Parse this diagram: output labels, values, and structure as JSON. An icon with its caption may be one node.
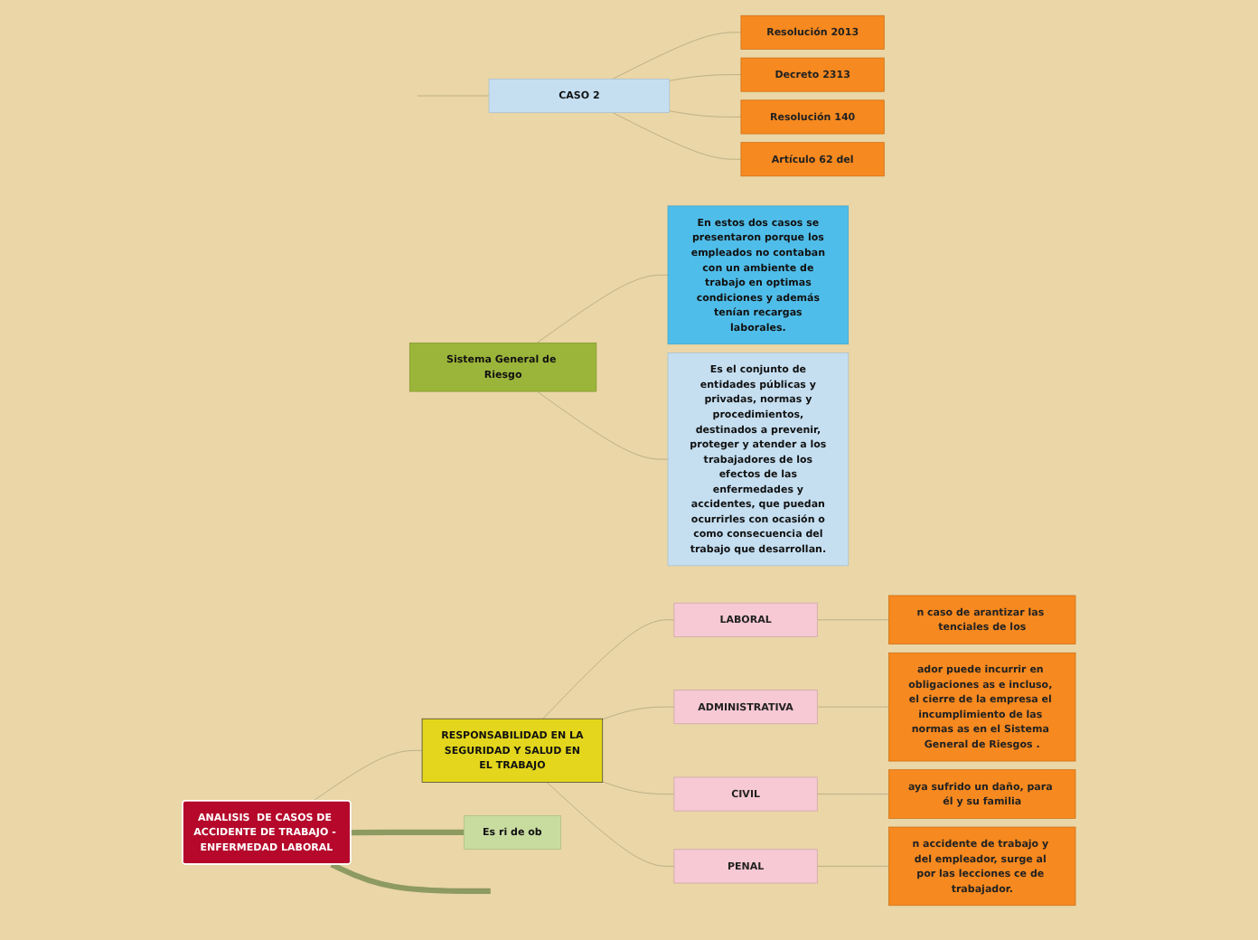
{
  "diagram": {
    "nodes": [
      {
        "text": [
          "ANALISIS  DE CASOS DE ACCIDENTE DE TRABAJO - ENFERMEDAD LABORAL"
        ]
      },
      {
        "text": [
          "RESPONSABILIDAD EN LA SEGURIDAD Y SALUD EN EL TRABAJO"
        ]
      },
      {
        "text": [
          "LABORAL"
        ]
      },
      {
        "text": [
          "n caso de arantizar las tenciales de los"
        ]
      },
      {
        "text": [
          "ADMINISTRATIVA"
        ]
      },
      {
        "text": [
          "ador puede incurrir en obligaciones as e incluso, el cierre de la empresa el incumplimiento de las normas as en el Sistema General de Riesgos ."
        ]
      },
      {
        "text": [
          "CIVIL"
        ]
      },
      {
        "text": [
          "aya sufrido un daño, para él y su familia"
        ]
      },
      {
        "text": [
          "PENAL"
        ]
      },
      {
        "text": [
          "n accidente de trabajo y del empleador, surge al por las lecciones ce de trabajador."
        ]
      },
      {
        "text": [
          "En estos dos casos se presentaron porque los empleados no contaban con un ambiente de trabajo  en optimas condiciones y además tenían recargas laborales."
        ]
      },
      {
        "text": [
          "Es ri de ob"
        ]
      },
      {
        "text": [
          "Sistema General de Riesgo"
        ]
      },
      {
        "text": [
          "Es el conjunto de entidades públicas y privadas, normas y procedimientos, destinados a prevenir, proteger y atender a los trabajadores de los efectos de las enfermedades y accidentes, que puedan ocurrirles con ocasión o como consecuencia del trabajo que desarrollan."
        ]
      },
      {
        "text": [
          "CASO 2"
        ]
      },
      {
        "text": [
          "Resolución 2013"
        ]
      },
      {
        "text": [
          "Decreto 2313"
        ]
      },
      {
        "text": [
          "Resolución  140"
        ]
      },
      {
        "text": [
          "Artículo 62 del"
        ]
      }
    ],
    "edges": [
      {
        "from": 0,
        "to": 1,
        "arrow": "none"
      },
      {
        "from": 1,
        "to": 2,
        "arrow": "none"
      },
      {
        "from": 2,
        "to": 3,
        "arrow": "none"
      },
      {
        "from": 1,
        "to": 4,
        "arrow": "none"
      },
      {
        "from": 4,
        "to": 5,
        "arrow": "none"
      },
      {
        "from": 1,
        "to": 6,
        "arrow": "none"
      },
      {
        "from": 6,
        "to": 7,
        "arrow": "none"
      },
      {
        "from": 1,
        "to": 8,
        "arrow": "none"
      },
      {
        "from": 8,
        "to": 9,
        "arrow": "none"
      },
      {
        "from": 0,
        "to": 11,
        "arrow": "none",
        "style": "thick",
        "color": "#8d9a62"
      },
      {
        "from": 12,
        "to": 10,
        "arrow": "none"
      },
      {
        "from": 12,
        "to": 13,
        "arrow": "none"
      },
      {
        "from": 0,
        "to": null,
        "arrow": "none",
        "style": "thick",
        "color": "#8d9a62"
      },
      {
        "from": null,
        "to": 14,
        "arrow": "none"
      },
      {
        "from": 14,
        "to": 15,
        "arrow": "none"
      },
      {
        "from": 14,
        "to": 16,
        "arrow": "none"
      },
      {
        "from": 14,
        "to": 17,
        "arrow": "none"
      },
      {
        "from": 14,
        "to": 18,
        "arrow": "none"
      }
    ]
  }
}
